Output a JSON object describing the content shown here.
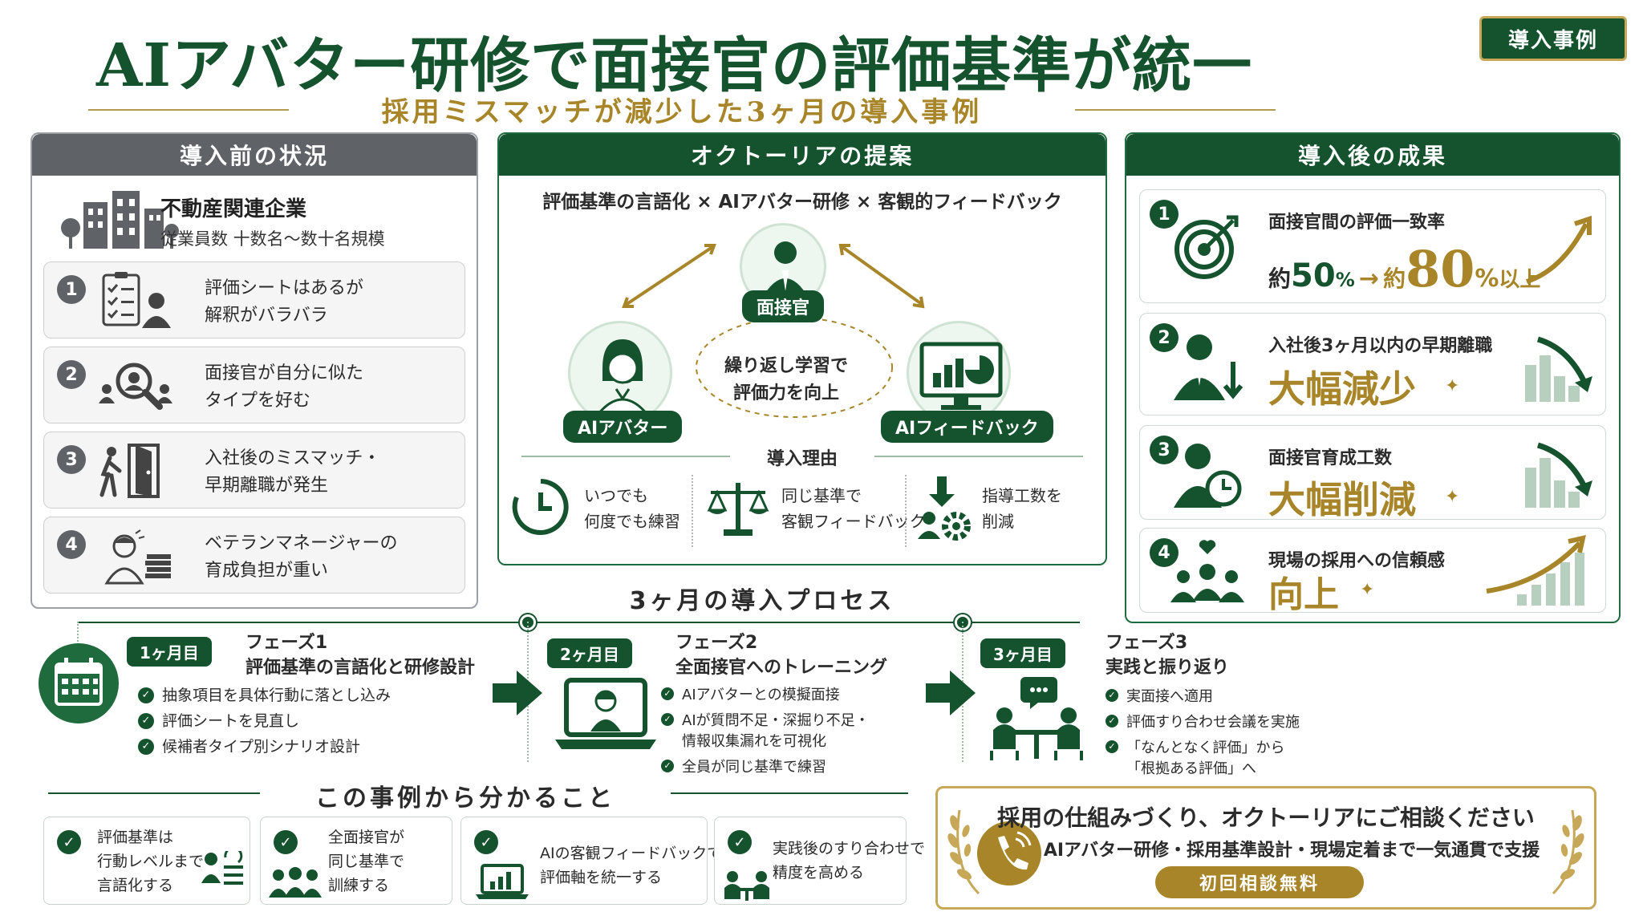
{
  "header": {
    "title": "AIアバター研修で面接官の評価基準が統一",
    "subtitle": "採用ミスマッチが減少した3ヶ月の導入事例",
    "badge": "導入事例"
  },
  "before": {
    "heading": "導入前の状況",
    "company_name": "不動産関連企業",
    "company_size": "従業員数 十数名〜数十名規模",
    "issues": [
      {
        "num": "1",
        "line1": "評価シートはあるが",
        "line2": "解釈がバラバラ"
      },
      {
        "num": "2",
        "line1": "面接官が自分に似た",
        "line2": "タイプを好む"
      },
      {
        "num": "3",
        "line1": "入社後のミスマッチ・",
        "line2": "早期離職が発生"
      },
      {
        "num": "4",
        "line1": "ベテランマネージャーの",
        "line2": "育成負担が重い"
      }
    ]
  },
  "proposal": {
    "heading": "オクトーリアの提案",
    "formula": "評価基準の言語化 × AIアバター研修 × 客観的フィードバック",
    "roles": {
      "interviewer": "面接官",
      "avatar": "AIアバター",
      "feedback": "AIフィードバック"
    },
    "cycle_line1": "繰り返し学習で",
    "cycle_line2": "評価力を向上",
    "reasons_title": "導入理由",
    "reasons": [
      {
        "line1": "いつでも",
        "line2": "何度でも練習"
      },
      {
        "line1": "同じ基準で",
        "line2": "客観フィードバック"
      },
      {
        "line1": "指導工数を",
        "line2": "削減"
      }
    ]
  },
  "after": {
    "heading": "導入後の成果",
    "results": [
      {
        "num": "1",
        "label": "面接官間の評価一致率",
        "prefix1": "約",
        "from": "50",
        "pct1": "%",
        "arrow": "→",
        "prefix2": "約",
        "to": "80",
        "pct2": "%",
        "suffix": "以上"
      },
      {
        "num": "2",
        "label": "入社後3ヶ月以内の早期離職",
        "big": "大幅減少"
      },
      {
        "num": "3",
        "label": "面接官育成工数",
        "big": "大幅削減"
      },
      {
        "num": "4",
        "label": "現場の採用への信頼感",
        "big": "向上"
      }
    ]
  },
  "process": {
    "title": "3ヶ月の導入プロセス",
    "phases": [
      {
        "month": "1ヶ月目",
        "phase": "フェーズ1",
        "name": "評価基準の言語化と研修設計",
        "checks": [
          "抽象項目を具体行動に落とし込み",
          "評価シートを見直し",
          "候補者タイプ別シナリオ設計"
        ]
      },
      {
        "month": "2ヶ月目",
        "phase": "フェーズ2",
        "name": "全面接官へのトレーニング",
        "checks": [
          "AIアバターとの模擬面接",
          "AIが質問不足・深掘り不足・",
          "情報収集漏れを可視化",
          "全員が同じ基準で練習"
        ]
      },
      {
        "month": "3ヶ月目",
        "phase": "フェーズ3",
        "name": "実践と振り返り",
        "checks": [
          "実面接へ適用",
          "評価すり合わせ会議を実施",
          "「なんとなく評価」から",
          "「根拠ある評価」へ"
        ]
      }
    ]
  },
  "learnings": {
    "title": "この事例から分かること",
    "items": [
      {
        "l1": "評価基準は",
        "l2": "行動レベルまで",
        "l3": "言語化する"
      },
      {
        "l1": "全面接官が",
        "l2": "同じ基準で",
        "l3": "訓練する"
      },
      {
        "l1": "AIの客観フィードバックで",
        "l2": "評価軸を統一する"
      },
      {
        "l1": "実践後のすり合わせで",
        "l2": "精度を高める"
      }
    ]
  },
  "cta": {
    "title": "採用の仕組みづくり、オクトーリアにご相談ください",
    "subtitle": "AIアバター研修・採用基準設計・現場定着まで一気通貫で支援",
    "button": "初回相談無料"
  },
  "colors": {
    "primary": "#14532d",
    "gold": "#a88528",
    "grey": "#5f6368"
  },
  "icons": [
    "buildings-icon",
    "checklist-person-icon",
    "search-person-icon",
    "exit-door-icon",
    "stressed-manager-icon",
    "interviewer-icon",
    "avatar-headset-icon",
    "feedback-monitor-icon",
    "clock-icon",
    "scale-icon",
    "gear-person-icon",
    "target-icon",
    "person-down-icon",
    "person-clock-icon",
    "people-heart-icon",
    "calendar-icon",
    "laptop-avatar-icon",
    "meeting-icon",
    "phone-icon",
    "laurel-icon"
  ]
}
